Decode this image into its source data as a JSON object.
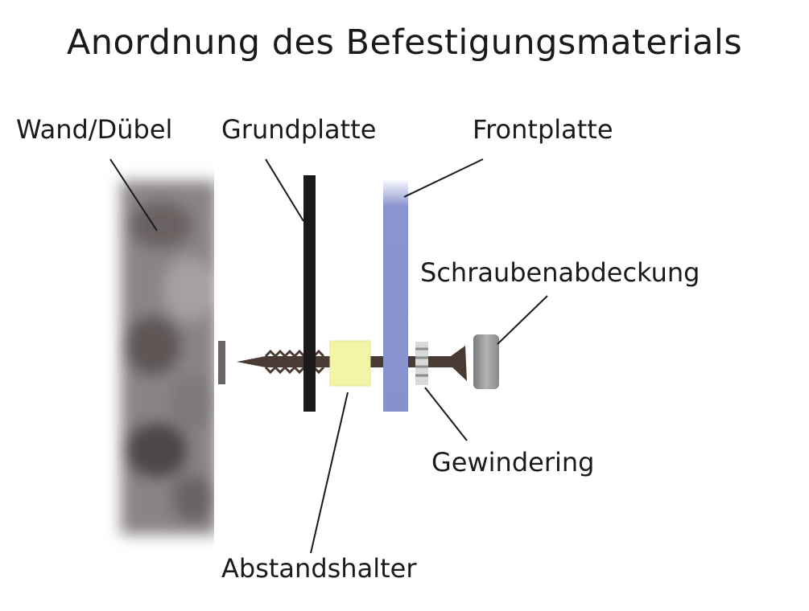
{
  "title": "Anordnung des Befestigungsmaterials",
  "labels": {
    "wall": "Wand/Dübel",
    "base_plate": "Grundplatte",
    "front_plate": "Frontplatte",
    "screw_cover": "Schraubenabdeckung",
    "thread_ring": "Gewindering",
    "spacer": "Abstandshalter"
  },
  "colors": {
    "wall": "#6f6868",
    "base_plate": "#1a1a1a",
    "front_plate": "#8a95cf",
    "spacer": "#f2f5a6",
    "screw": "#4a3a34",
    "screw_cover": "#9b9b9b",
    "dowel": "#6a6466"
  }
}
